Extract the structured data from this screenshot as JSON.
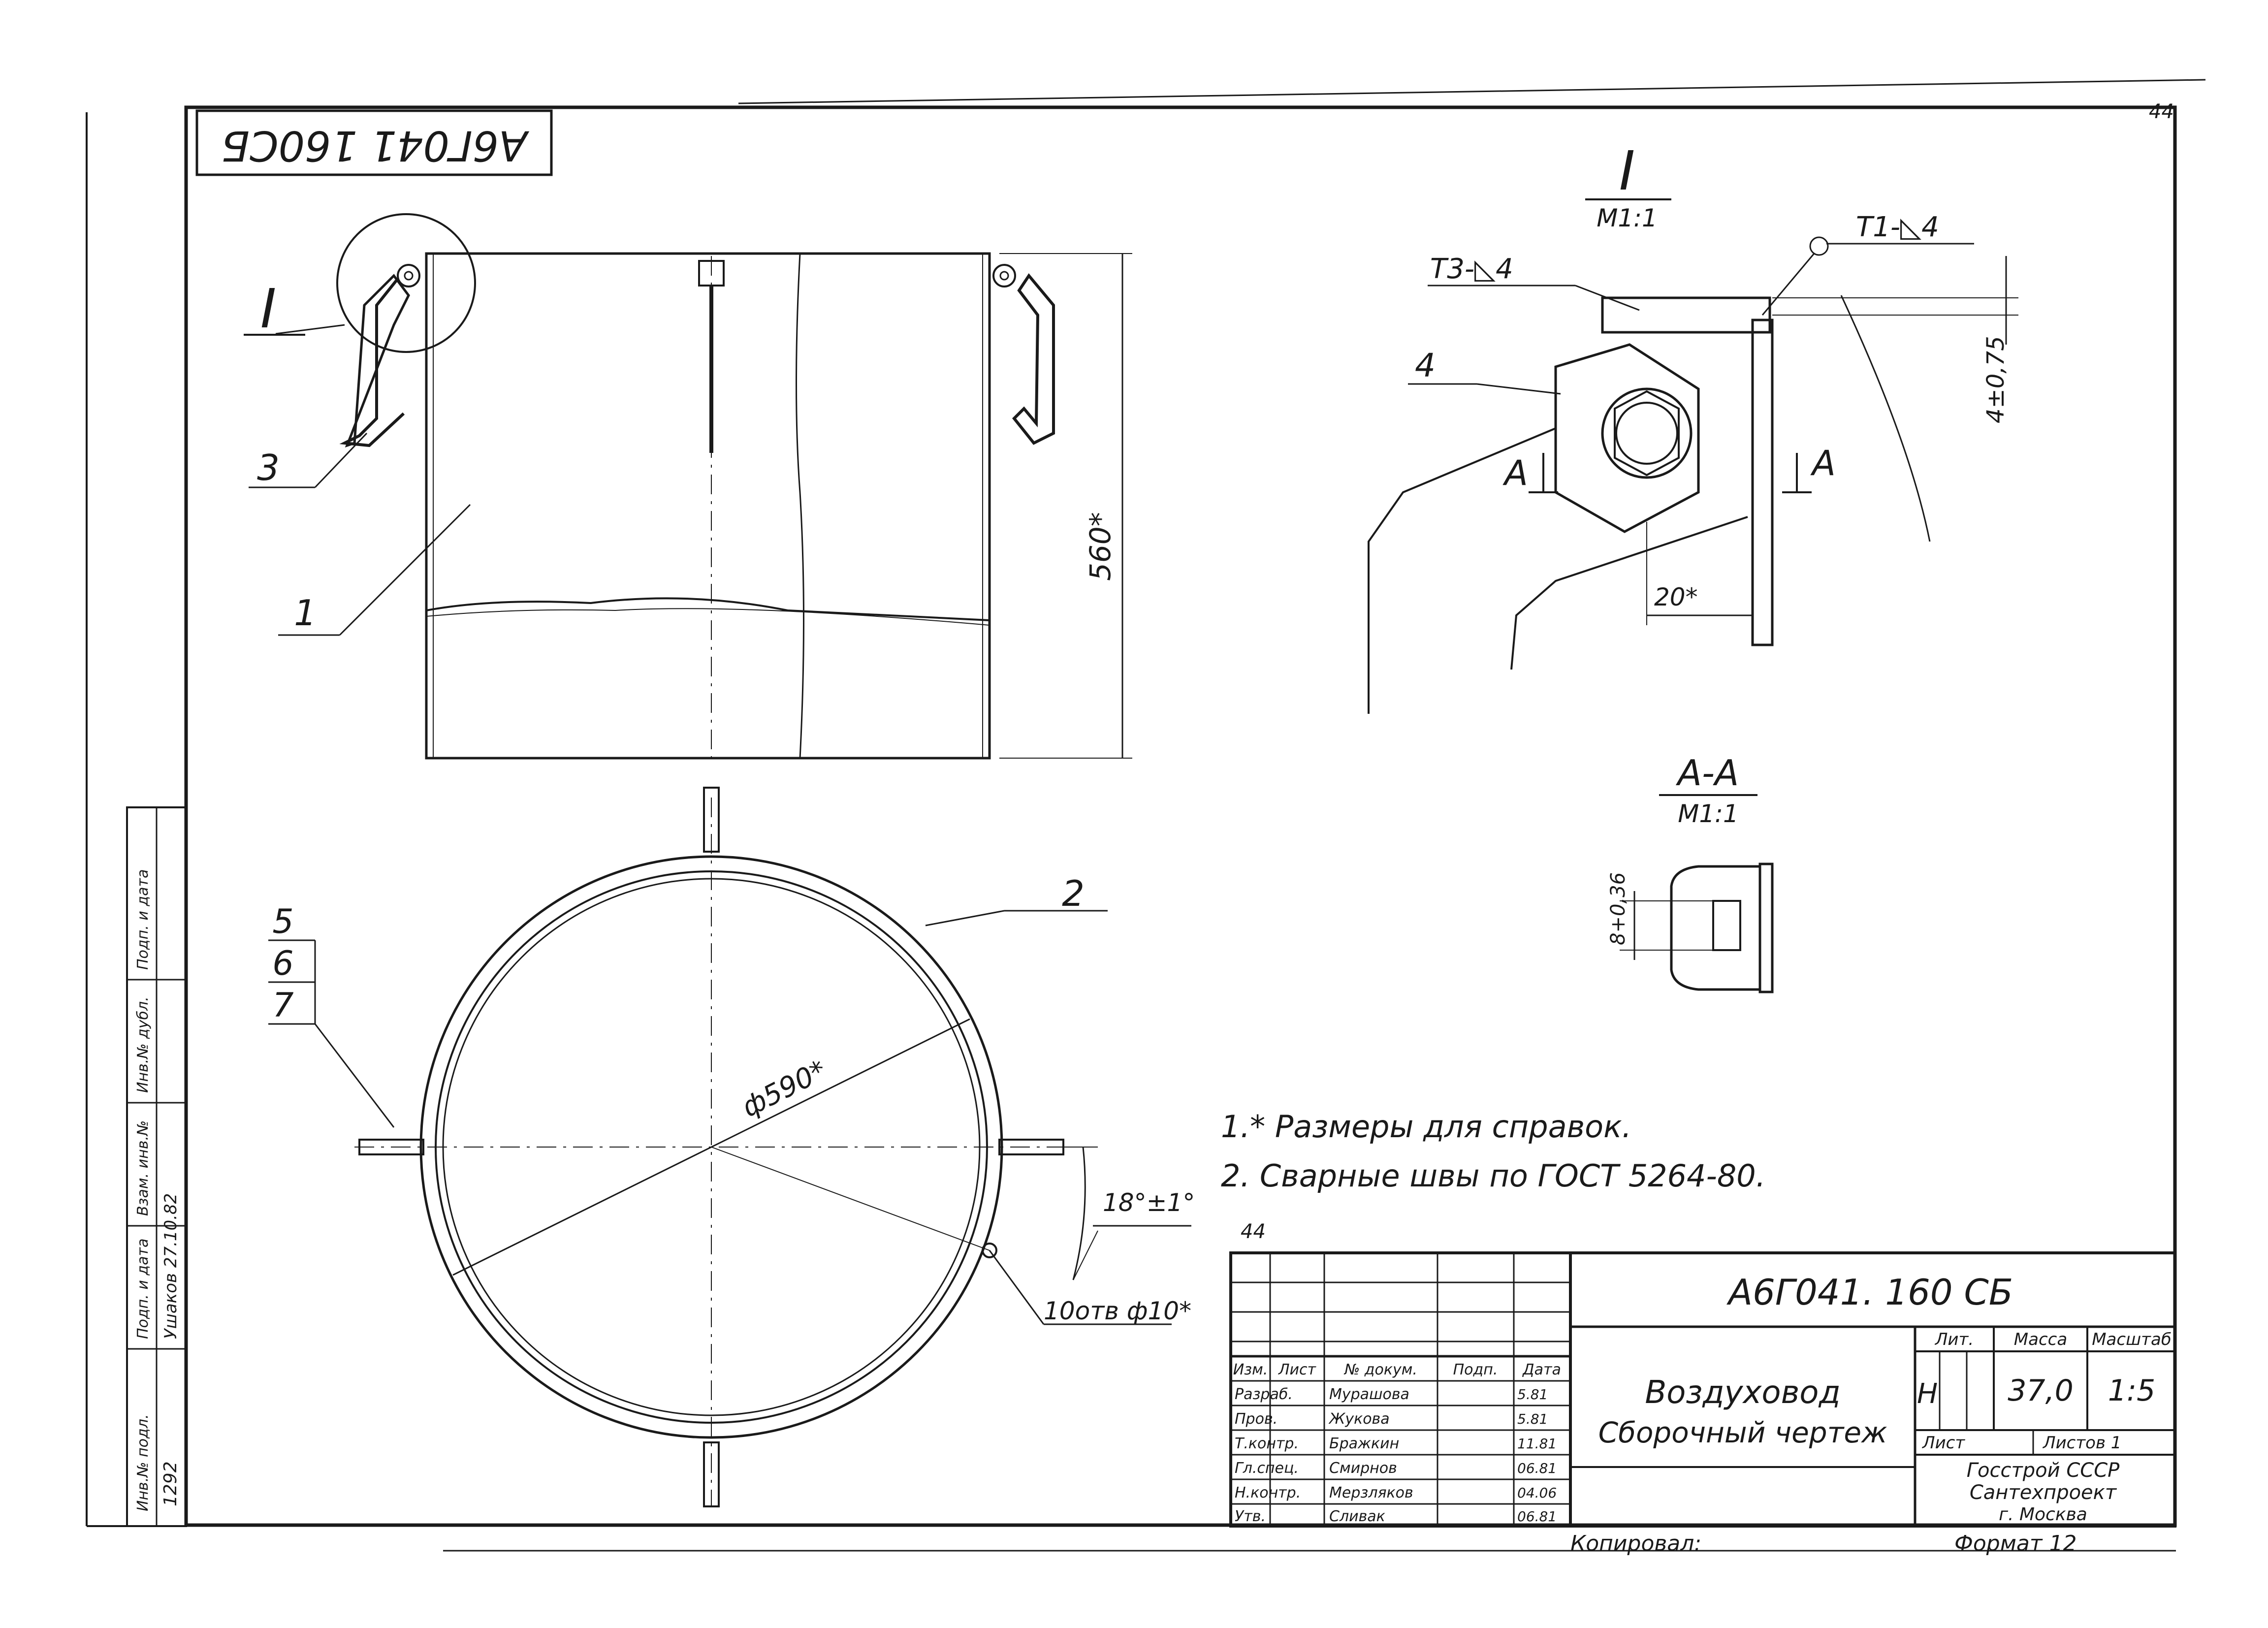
{
  "sheet_number": "44",
  "stamp_number": "44",
  "code_top": "А6Г041 160СБ",
  "views": {
    "main": {
      "callout_detail": "I",
      "callouts": [
        "3",
        "1"
      ],
      "dim_height": "560*"
    },
    "plan": {
      "callouts": [
        "2",
        "5",
        "6",
        "7"
      ],
      "dim_diameter": "ф590*",
      "dim_angle": "18°±1°",
      "dim_holes": "10отв ф10*"
    },
    "detail_I": {
      "title": "I",
      "scale": "М1:1",
      "weld_1": "Т1-◺4",
      "weld_2": "Т3-◺4",
      "callout": "4",
      "dim_vertical": "4±0,75",
      "dim_horizontal": "20*",
      "section_mark_left": "А",
      "section_mark_right": "А"
    },
    "section_AA": {
      "title": "А-А",
      "scale": "М1:1",
      "dim": "8+0,36"
    }
  },
  "notes": [
    "1.* Размеры для справок.",
    "2. Сварные швы по ГОСТ 5264-80."
  ],
  "title_block": {
    "designation": "А6Г041. 160 СБ",
    "name_line1": "Воздуховод",
    "name_line2": "Сборочный чертеж",
    "col_lit": "Лит.",
    "col_mass": "Масса",
    "col_scale": "Масштаб",
    "lit_value": "Н",
    "mass_value": "37,0",
    "scale_value": "1:5",
    "sheet_label": "Лист",
    "sheets_label": "Листов 1",
    "org_line1": "Госстрой СССР",
    "org_line2": "Сантехпроект",
    "org_line3": "г. Москва",
    "header_row": [
      "Изм.",
      "Лист",
      "№ докум.",
      "Подп.",
      "Дата"
    ],
    "roles": [
      {
        "role": "Разраб.",
        "name": "Мурашова",
        "date": "5.81"
      },
      {
        "role": "Пров.",
        "name": "Жукова",
        "date": "5.81"
      },
      {
        "role": "Т.контр.",
        "name": "Бражкин",
        "date": "11.81"
      },
      {
        "role": "Гл.спец.",
        "name": "Смирнов",
        "date": "06.81"
      },
      {
        "role": "Н.контр.",
        "name": "Мерзляков",
        "date": "04.06"
      },
      {
        "role": "Утв.",
        "name": "Сливак",
        "date": "06.81"
      }
    ]
  },
  "copied_label": "Копировал:",
  "format_label": "Формат 12",
  "side_stamp": {
    "labels": [
      "Инв.№ подл.",
      "Подп. и дата",
      "Взам. инв.№",
      "Инв.№ дубл.",
      "Подп. и дата"
    ],
    "values": [
      "1292",
      "Ушаков 27.10.82"
    ]
  }
}
